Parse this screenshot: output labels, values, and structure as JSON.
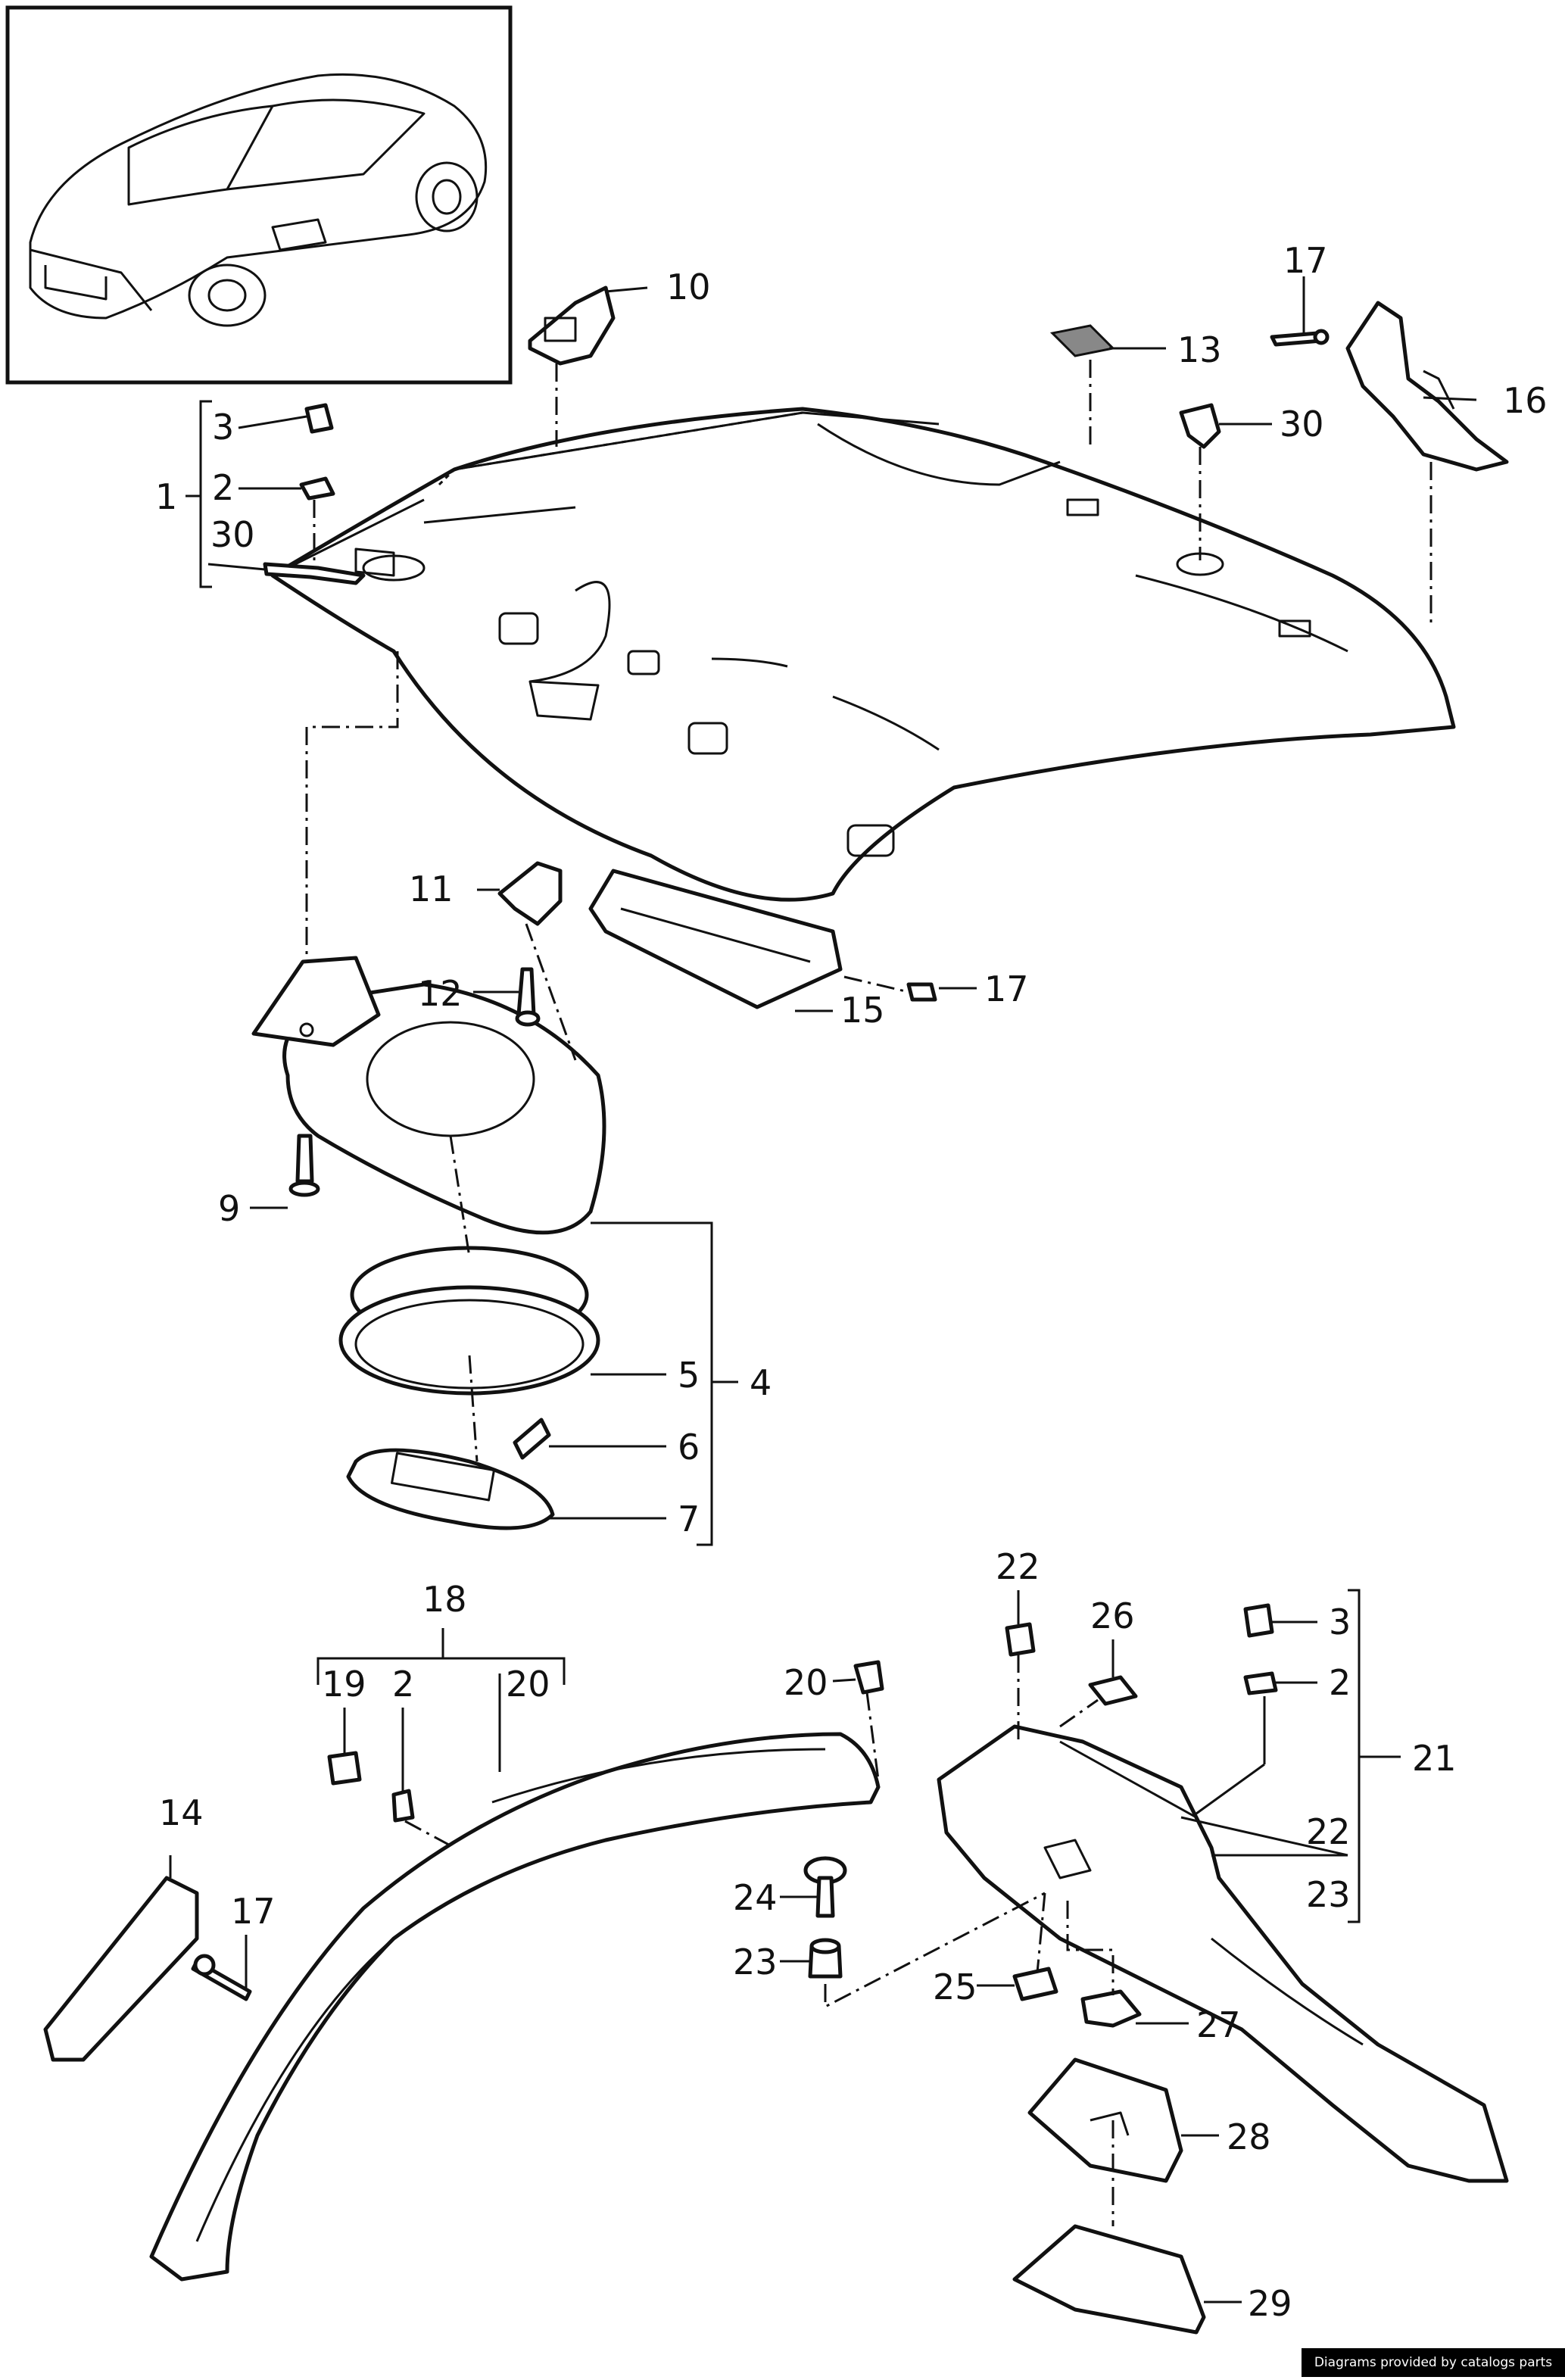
{
  "footer": {
    "credit": "Diagrams provided by catalogs parts"
  },
  "callouts": {
    "c1": "1",
    "c2a": "2",
    "c3a": "3",
    "c30a": "30",
    "c10": "10",
    "c13": "13",
    "c17a": "17",
    "c16": "16",
    "c30b": "30",
    "c11": "11",
    "c12": "12",
    "c17b": "17",
    "c15": "15",
    "c9": "9",
    "c5": "5",
    "c4": "4",
    "c6": "6",
    "c7": "7",
    "c18": "18",
    "c19": "19",
    "c2b": "2",
    "c20a": "20",
    "c20b": "20",
    "c22a": "22",
    "c26": "26",
    "c3b": "3",
    "c2c": "2",
    "c21": "21",
    "c22b": "22",
    "c23a": "23",
    "c14": "14",
    "c17c": "17",
    "c24": "24",
    "c23b": "23",
    "c25": "25",
    "c27": "27",
    "c28": "28",
    "c29": "29"
  }
}
